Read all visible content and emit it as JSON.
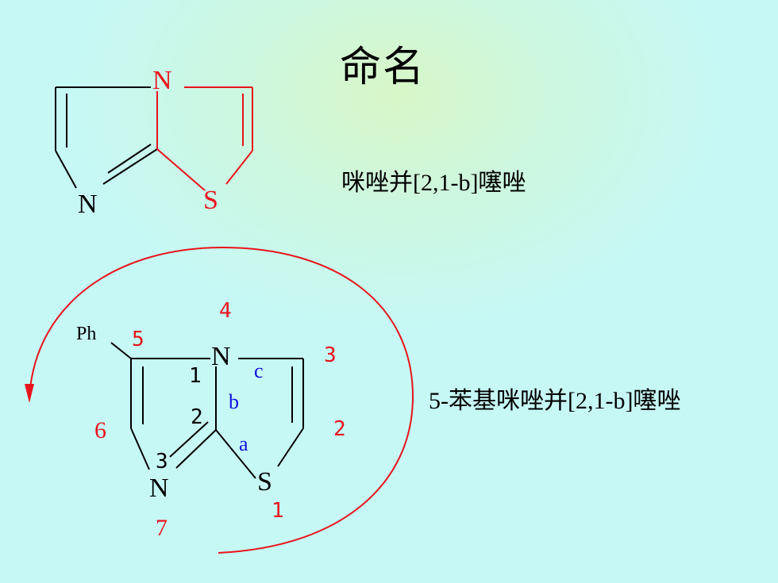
{
  "title": "命名",
  "compound1": {
    "name": "咪唑并[2,1-b]噻唑",
    "atoms": {
      "n_top": "N",
      "n_bottom": "N",
      "s": "S"
    }
  },
  "compound2": {
    "name": "5-苯基咪唑并[2,1-b]噻唑",
    "substituent": "Ph",
    "atoms": {
      "n_bridge": "N",
      "n_bottom": "N",
      "s": "S"
    },
    "numbers": {
      "n1": "1",
      "n2": "2",
      "n3": "3",
      "r1": "1",
      "r2": "2",
      "r3": "3",
      "r4": "4",
      "r5": "5",
      "r6": "6",
      "r7": "7"
    },
    "bonds": {
      "a": "a",
      "b": "b",
      "c": "c"
    }
  },
  "colors": {
    "red": "#e8141c",
    "blue": "#1010e0",
    "black": "#000000"
  }
}
